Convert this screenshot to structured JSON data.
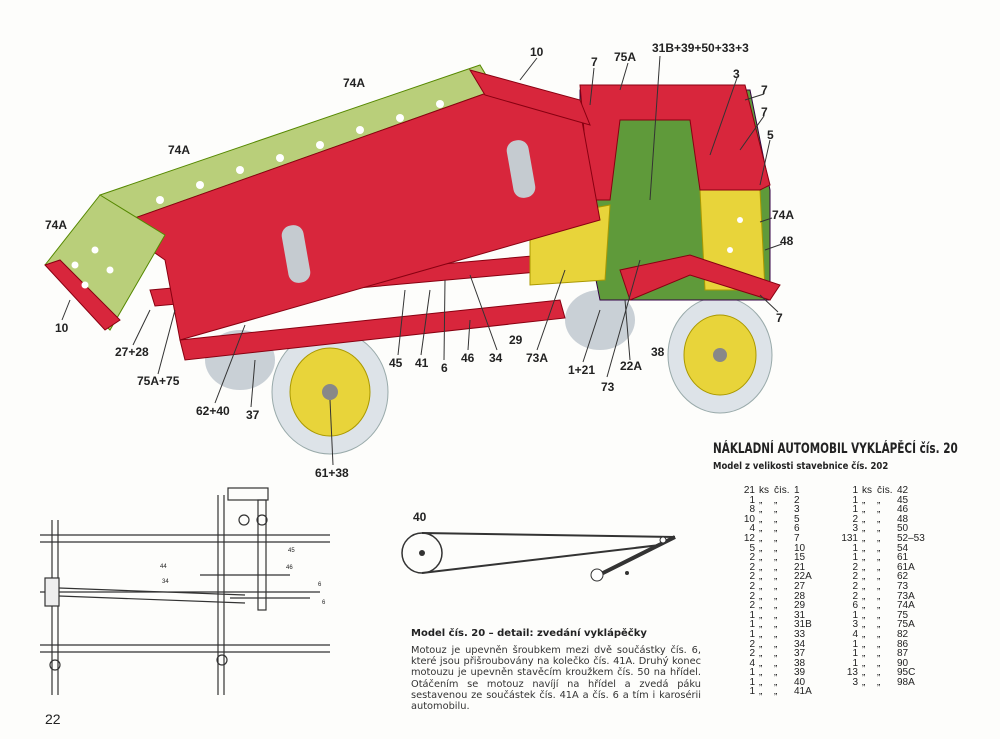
{
  "page_number": "22",
  "title": "NÁKLADNÍ AUTOMOBIL VYKLÁPĚCÍ čís. 20",
  "subtitle": "Model z velikosti stavebnice čís. 202",
  "parts_header": {
    "ks": "ks",
    "cis": "čís.",
    "ditto": "„"
  },
  "parts_left": [
    {
      "qty": "21",
      "part": "1"
    },
    {
      "qty": "1",
      "part": "2"
    },
    {
      "qty": "8",
      "part": "3"
    },
    {
      "qty": "10",
      "part": "5"
    },
    {
      "qty": "4",
      "part": "6"
    },
    {
      "qty": "12",
      "part": "7"
    },
    {
      "qty": "5",
      "part": "10"
    },
    {
      "qty": "2",
      "part": "15"
    },
    {
      "qty": "2",
      "part": "21"
    },
    {
      "qty": "2",
      "part": "22A"
    },
    {
      "qty": "2",
      "part": "27"
    },
    {
      "qty": "2",
      "part": "28"
    },
    {
      "qty": "2",
      "part": "29"
    },
    {
      "qty": "1",
      "part": "31"
    },
    {
      "qty": "1",
      "part": "31B"
    },
    {
      "qty": "1",
      "part": "33"
    },
    {
      "qty": "2",
      "part": "34"
    },
    {
      "qty": "2",
      "part": "37"
    },
    {
      "qty": "4",
      "part": "38"
    },
    {
      "qty": "1",
      "part": "39"
    },
    {
      "qty": "1",
      "part": "40"
    },
    {
      "qty": "1",
      "part": "41A"
    }
  ],
  "parts_right": [
    {
      "qty": "1",
      "part": "42"
    },
    {
      "qty": "1",
      "part": "45"
    },
    {
      "qty": "1",
      "part": "46"
    },
    {
      "qty": "2",
      "part": "48"
    },
    {
      "qty": "3",
      "part": "50"
    },
    {
      "qty": "131",
      "part": "52–53"
    },
    {
      "qty": "1",
      "part": "54"
    },
    {
      "qty": "1",
      "part": "61"
    },
    {
      "qty": "2",
      "part": "61A"
    },
    {
      "qty": "2",
      "part": "62"
    },
    {
      "qty": "2",
      "part": "73"
    },
    {
      "qty": "2",
      "part": "73A"
    },
    {
      "qty": "6",
      "part": "74A"
    },
    {
      "qty": "1",
      "part": "75"
    },
    {
      "qty": "3",
      "part": "75A"
    },
    {
      "qty": "4",
      "part": "82"
    },
    {
      "qty": "1",
      "part": "86"
    },
    {
      "qty": "1",
      "part": "87"
    },
    {
      "qty": "1",
      "part": "90"
    },
    {
      "qty": "13",
      "part": "95C"
    },
    {
      "qty": "3",
      "part": "98A"
    }
  ],
  "detail": {
    "title": "Model čís. 20 – detail: zvedání vyklápěčky",
    "text": "Motouz je upevněn šroubkem mezi dvě součástky čís. 6, které jsou přišroubovány na kolečko čís. 41A. Druhý konec motouzu je upevněn stavěcím kroužkem čís. 50 na hřídel. Otáčením se motouz navíjí na hřídel a zvedá páku sestavenou ze součástek čís. 41A a čís. 6 a tím i karosérii automobilu.",
    "pulley_label": "40"
  },
  "mechanism_labels": [
    "45",
    "44",
    "46",
    "34",
    "6",
    "6"
  ],
  "truck_labels": [
    "10",
    "7",
    "75A",
    "31B+39+50+33+3",
    "3",
    "7",
    "7",
    "5",
    "74A",
    "74A",
    "74A",
    "74A",
    "48",
    "7",
    "10",
    "27+28",
    "75A+75",
    "62+40",
    "37",
    "61+38",
    "45",
    "41",
    "6",
    "46",
    "34",
    "29",
    "73A",
    "1+21",
    "22A",
    "38",
    "73"
  ],
  "colors": {
    "red": "#d8263c",
    "green": "#b9cf7a",
    "yellow": "#e8d43a",
    "tire": "#dde3e8",
    "cab_green": "#5f9a3a"
  }
}
